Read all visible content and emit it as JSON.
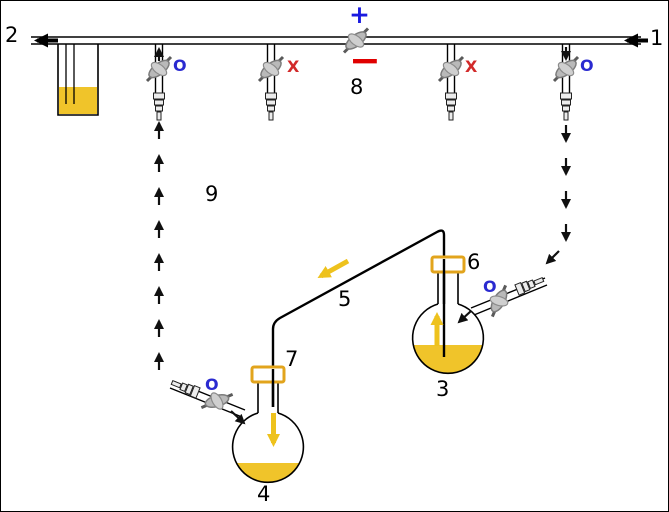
{
  "diagram": {
    "labels": {
      "outlet": "2",
      "inlet": "1",
      "source_flask": "3",
      "receiving_flask": "4",
      "transfer_tube": "5",
      "source_joint": "6",
      "receiving_joint": "7",
      "manifold_valve": "8",
      "return_line": "9"
    },
    "symbols": {
      "plus": "+",
      "minus": "−",
      "open": "O",
      "closed": "X"
    },
    "colors": {
      "open_symbol": "#2a2ad0",
      "closed_symbol": "#d22a2a",
      "plus_symbol": "#1a1ae0",
      "minus_symbol": "#e00000",
      "liquid": "#f0c42a",
      "flow_arrow_yellow": "#eec21d",
      "glass_joint": "#e2a41c",
      "valve_body": "#b9b9b9",
      "line": "#000000"
    }
  }
}
